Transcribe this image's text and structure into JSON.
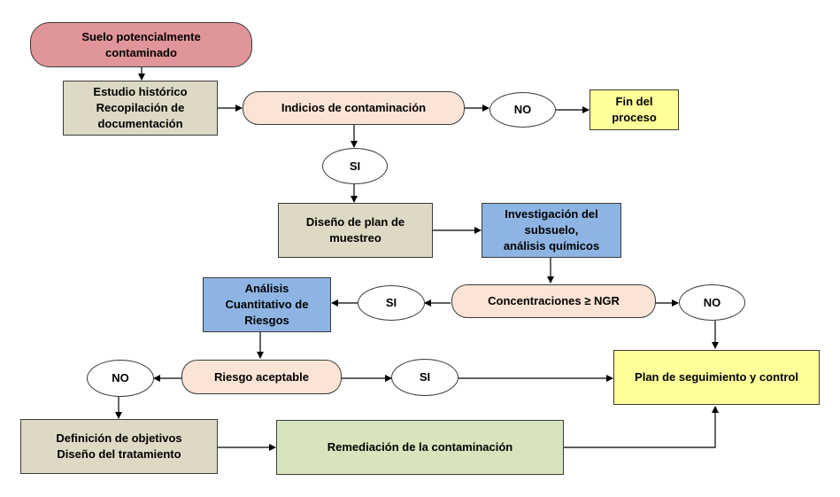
{
  "colors": {
    "start": "#e0959a",
    "beige": "#ddd9c4",
    "peach": "#fbe4d5",
    "blue": "#8eb4e3",
    "yellow": "#ffff99",
    "green": "#d7e4bc",
    "white": "#ffffff",
    "line": "#000000"
  },
  "nodes": {
    "start": "Suelo potencialmente\ncontaminado",
    "historico": "Estudio histórico\nRecopilación de\ndocumentación",
    "indicios": "Indicios de contaminación",
    "no1": "NO",
    "fin": "Fin del\nproceso",
    "si1": "SI",
    "diseno": "Diseño de plan de\nmuestreo",
    "investigacion": "Investigación del\nsubsuelo,\nanálisis químicos",
    "analisis": "Análisis\nCuantitativo de\nRiesgos",
    "si2": "SI",
    "concentraciones": "Concentraciones ≥ NGR",
    "no2": "NO",
    "no3": "NO",
    "riesgo": "Riesgo aceptable",
    "si3": "SI",
    "plan": "Plan de seguimiento y control",
    "definicion": "Definición de objetivos\nDiseño del tratamiento",
    "remediacion": "Remediación de la contaminación"
  }
}
